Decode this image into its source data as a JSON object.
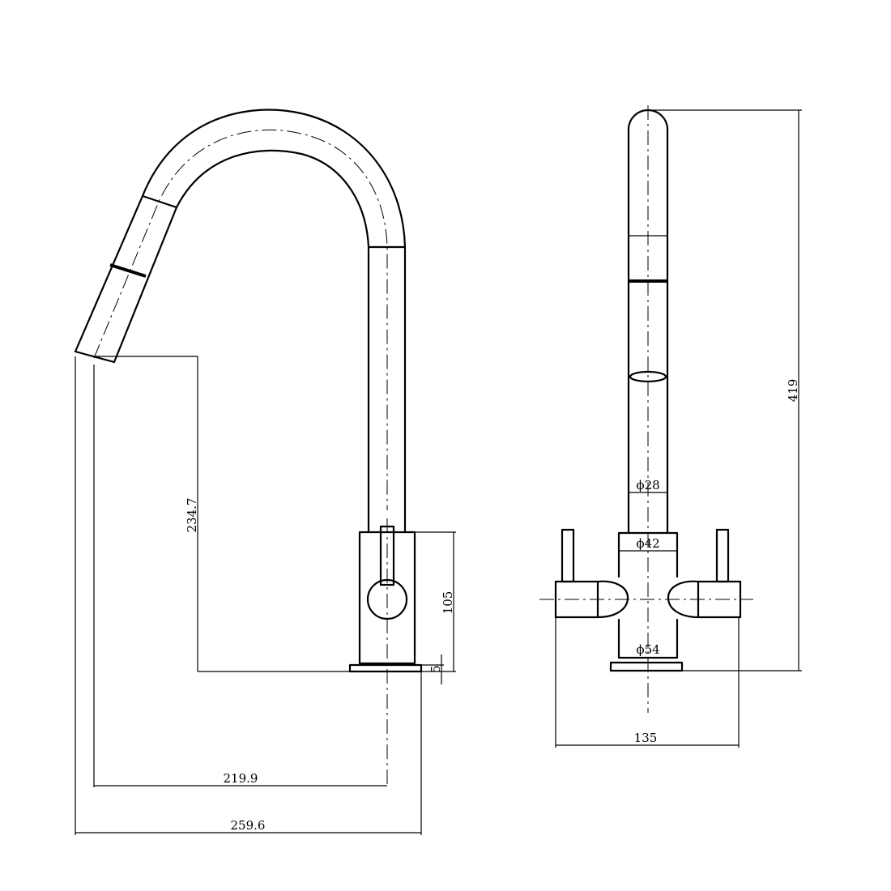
{
  "dimensions": {
    "spout_height": "234.7",
    "body_height": "105",
    "base_thickness": "5",
    "spout_reach": "219.9",
    "overall_reach": "259.6",
    "overall_height": "419",
    "spout_diameter": "ϕ28",
    "body_diameter": "ϕ42",
    "base_diameter": "ϕ54",
    "overall_width": "135"
  }
}
